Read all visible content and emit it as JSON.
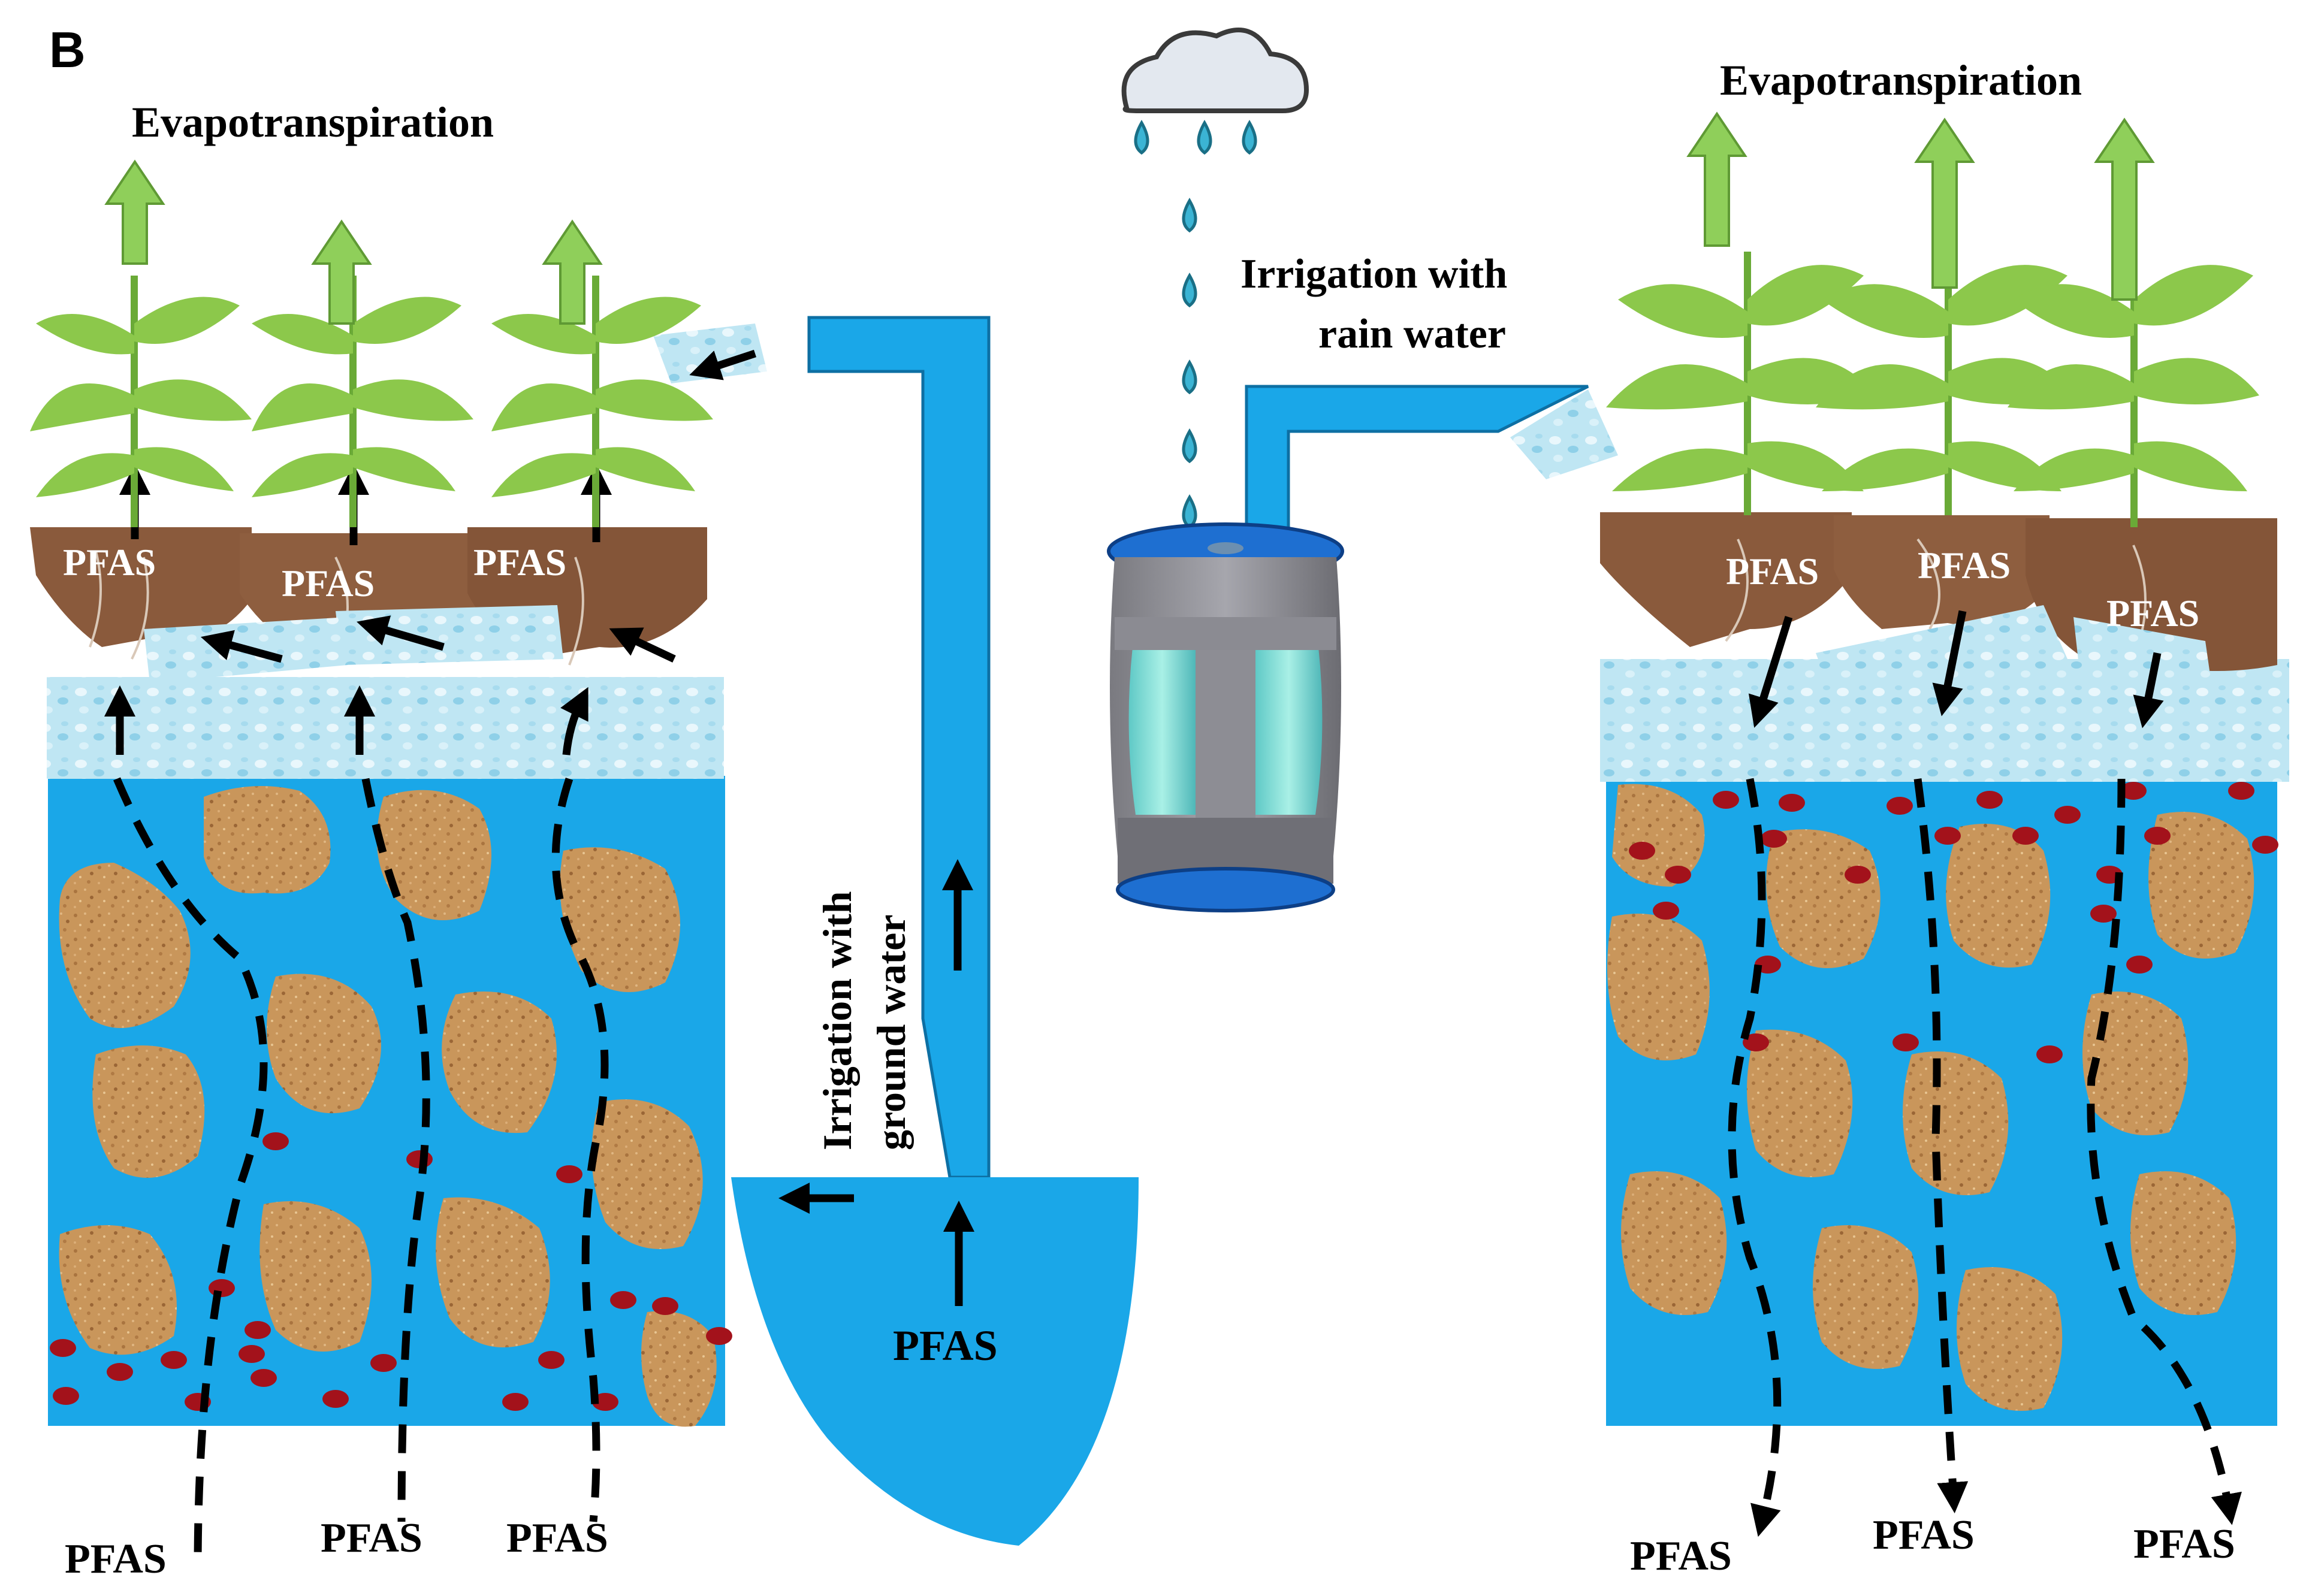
{
  "panel_label": "B",
  "left_system": {
    "evapotranspiration_label": "Evapotranspiration",
    "root_labels": [
      "PFAS",
      "PFAS",
      "PFAS"
    ],
    "bottom_labels": [
      "PFAS",
      "PFAS",
      "PFAS"
    ],
    "irrigation_label_line1": "Irrigation with",
    "irrigation_label_line2": "ground water",
    "groundwater_label": "PFAS"
  },
  "right_system": {
    "evapotranspiration_label": "Evapotranspiration",
    "root_labels": [
      "PFAS",
      "PFAS",
      "PFAS"
    ],
    "bottom_labels": [
      "PFAS",
      "PFAS",
      "PFAS"
    ],
    "irrigation_label_line1": "Irrigation with",
    "irrigation_label_line2": "rain water"
  },
  "colors": {
    "water_blue": "#1aa7e8",
    "sand": "#c8955a",
    "pfas_dot": "#a3121b",
    "plant_green": "#8cc84b",
    "arrow_green": "#8fcf5a",
    "soil_brown": "#8a5a3c",
    "ice_blue": "#bfe6f3"
  },
  "icons": {
    "cloud": "rain-cloud-icon",
    "barrel": "water-barrel-icon"
  }
}
